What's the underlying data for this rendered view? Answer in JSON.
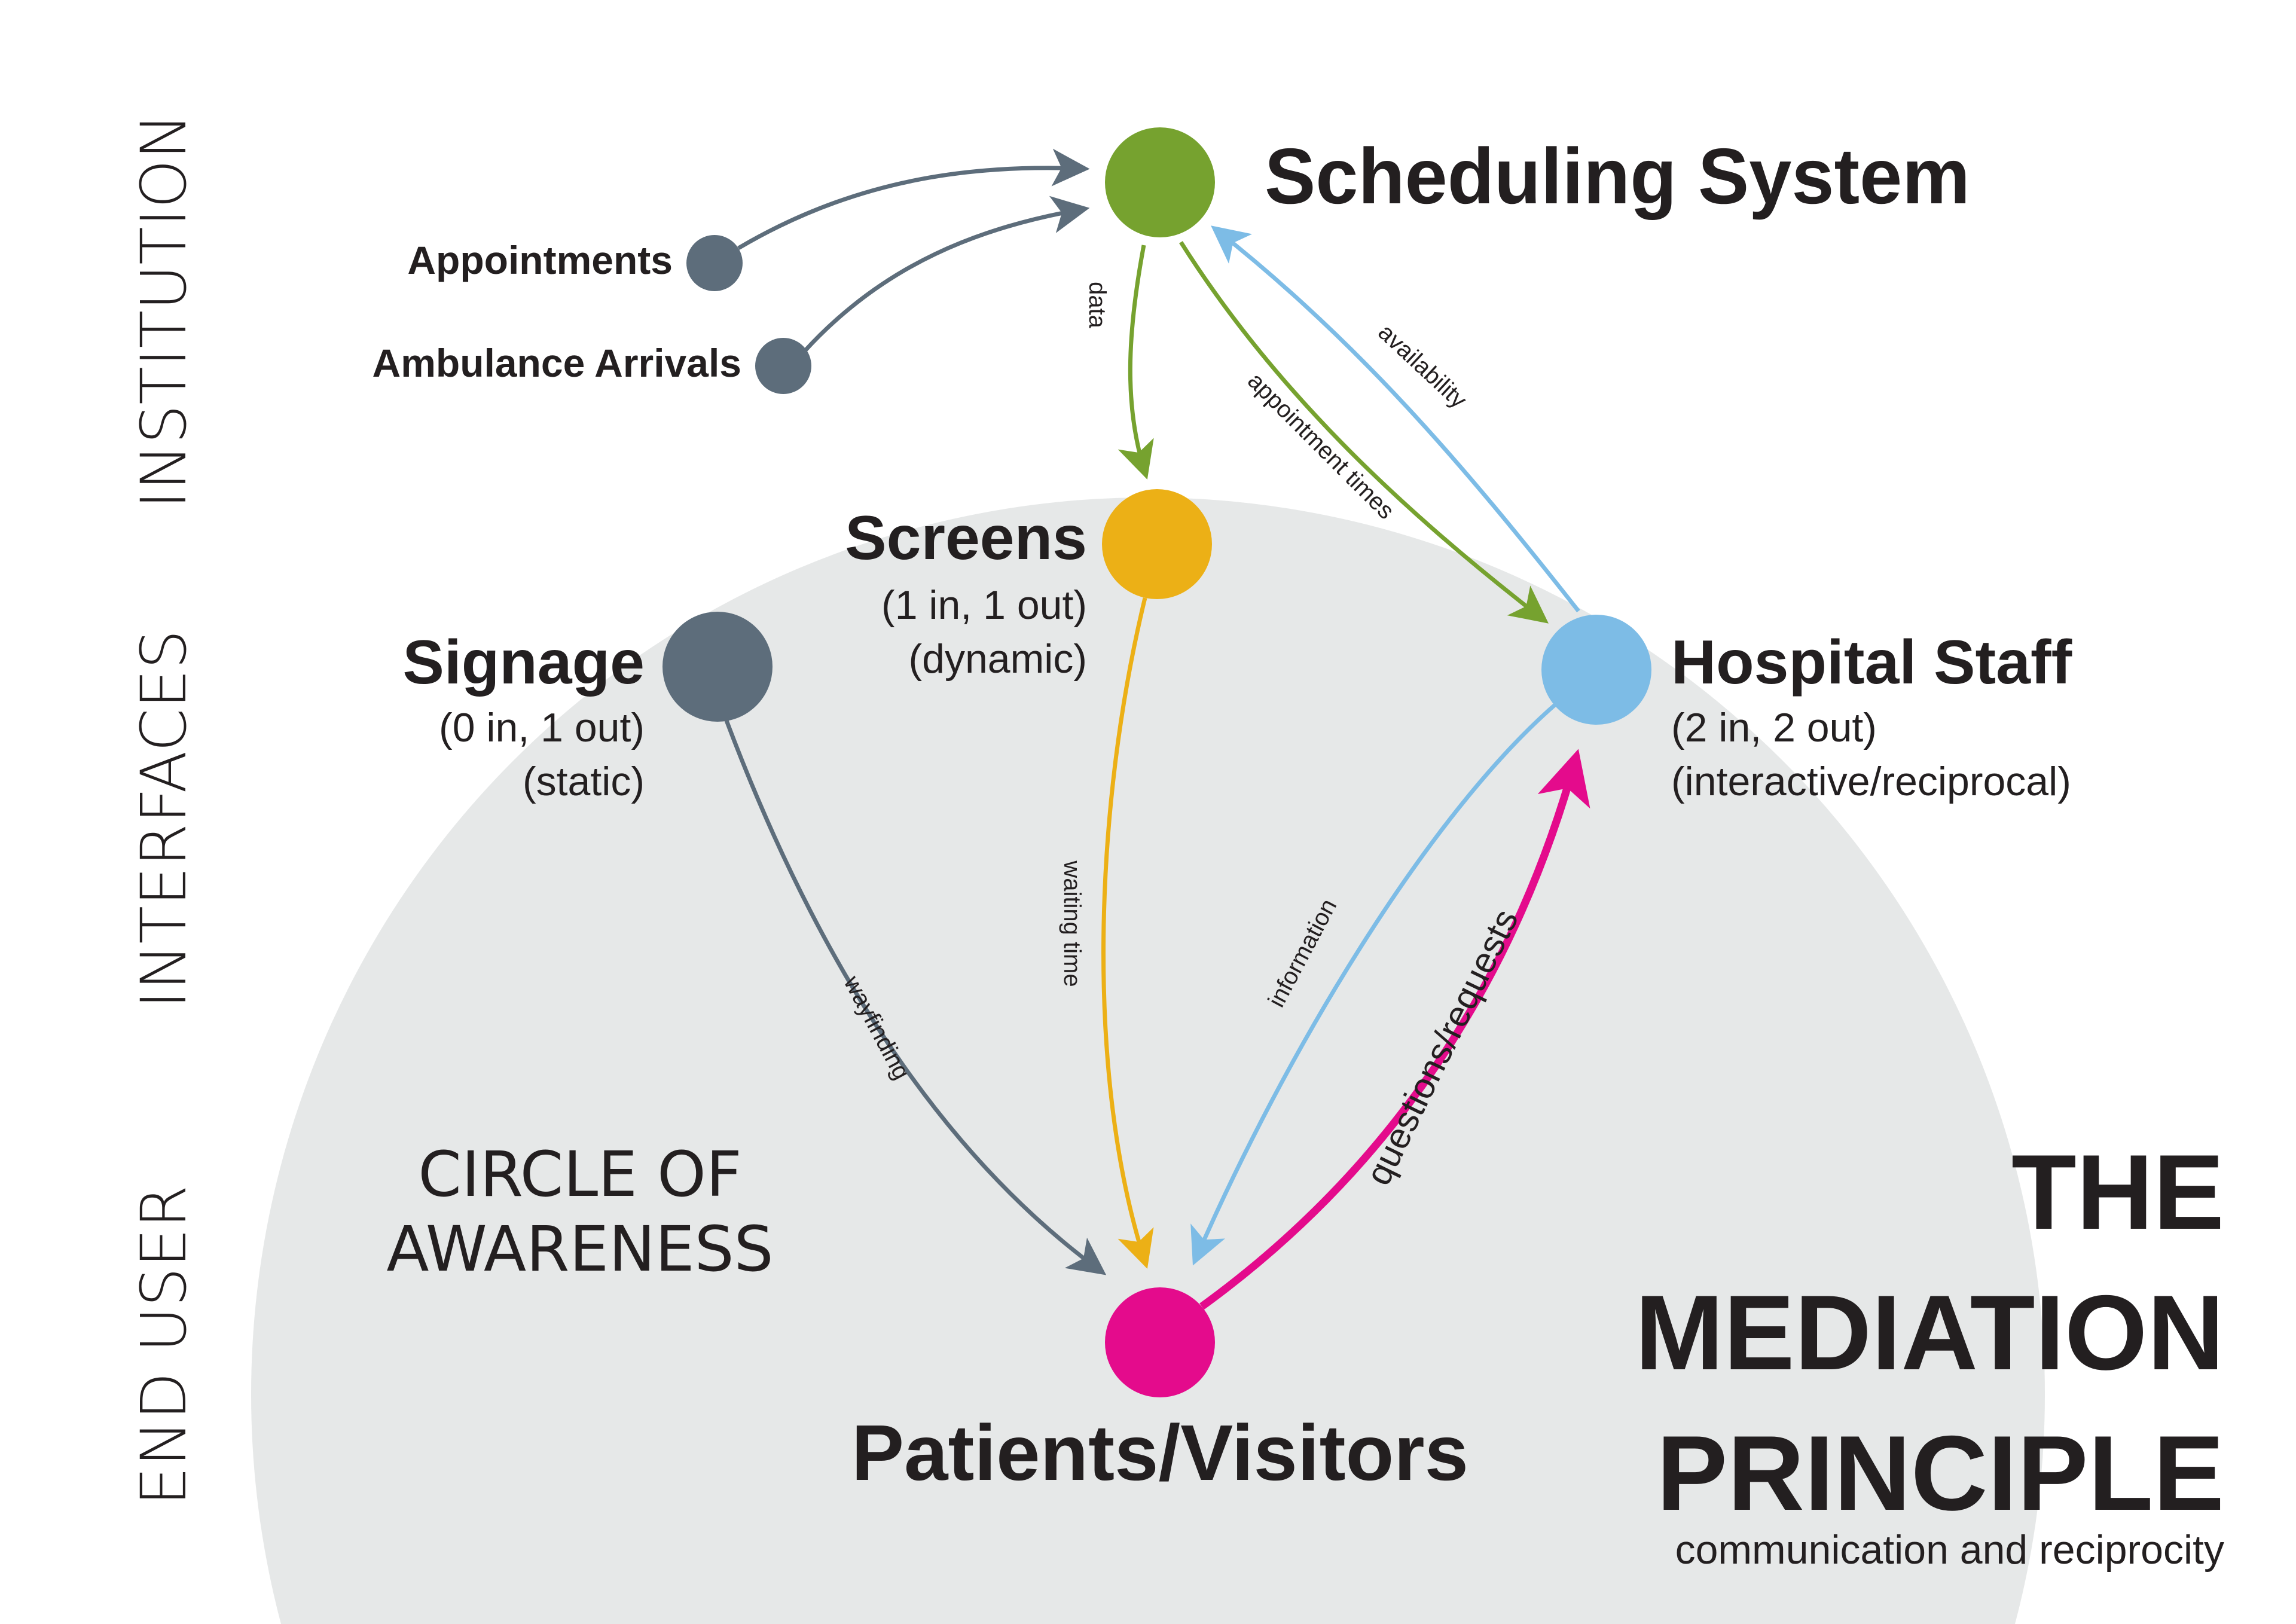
{
  "colors": {
    "scheduling": "#76a22f",
    "screens": "#ecb016",
    "signage": "#5d6d7b",
    "hospital_staff": "#7dbce6",
    "patients": "#e40b8c",
    "inputs": "#5d6d7b",
    "circle_fill": "#e6e8e8",
    "text": "#231f20"
  },
  "side_labels": {
    "institution": "INSTITUTION",
    "interfaces": "INTERFACES",
    "end_user": "END USER"
  },
  "circle_label": {
    "line1": "CIRCLE OF",
    "line2": "AWARENESS"
  },
  "title": {
    "line1": "THE",
    "line2": "MEDIATION",
    "line3": "PRINCIPLE",
    "subtitle": "communication and reciprocity"
  },
  "nodes": {
    "scheduling": {
      "name": "Scheduling System"
    },
    "appointments": {
      "name": "Appointments"
    },
    "ambulance": {
      "name": "Ambulance Arrivals"
    },
    "screens": {
      "name": "Screens",
      "io": "(1 in, 1 out)",
      "kind": "(dynamic)"
    },
    "signage": {
      "name": "Signage",
      "io": "(0 in, 1 out)",
      "kind": "(static)"
    },
    "hospital_staff": {
      "name": "Hospital Staff",
      "io": "(2 in, 2 out)",
      "kind": "(interactive/reciprocal)"
    },
    "patients": {
      "name": "Patients/Visitors"
    }
  },
  "edges": {
    "data": "data",
    "appointment_times": "appointment times",
    "availability": "availability",
    "waiting_time": "waiting time",
    "wayfinding": "wayfinding",
    "information": "information",
    "questions": "questions/requests"
  }
}
